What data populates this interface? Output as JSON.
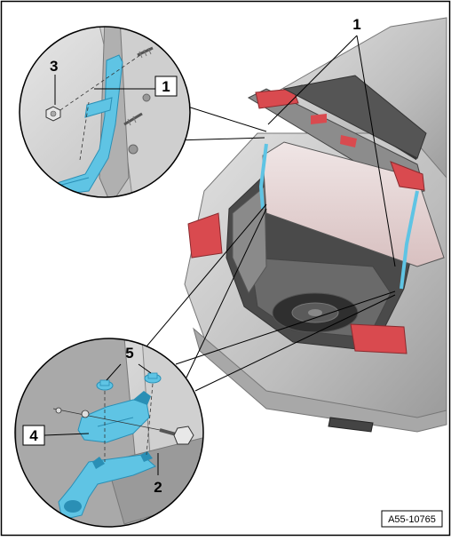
{
  "callouts": {
    "c1_main": "1",
    "c1_detail": "1",
    "c2": "2",
    "c3": "3",
    "c4": "4",
    "c5": "5"
  },
  "reference_code": "A55-10765",
  "colors": {
    "part_highlight": "#5fc4e4",
    "part_highlight_dark": "#2a8fb5",
    "taillight_red": "#d94a4f",
    "car_gray": "#c9c9c9",
    "dark_interior": "#3a3a3a",
    "frame": "#000000"
  },
  "icons": [
    "bracket-icon",
    "nut-icon",
    "bolt-icon",
    "hinge-icon"
  ]
}
